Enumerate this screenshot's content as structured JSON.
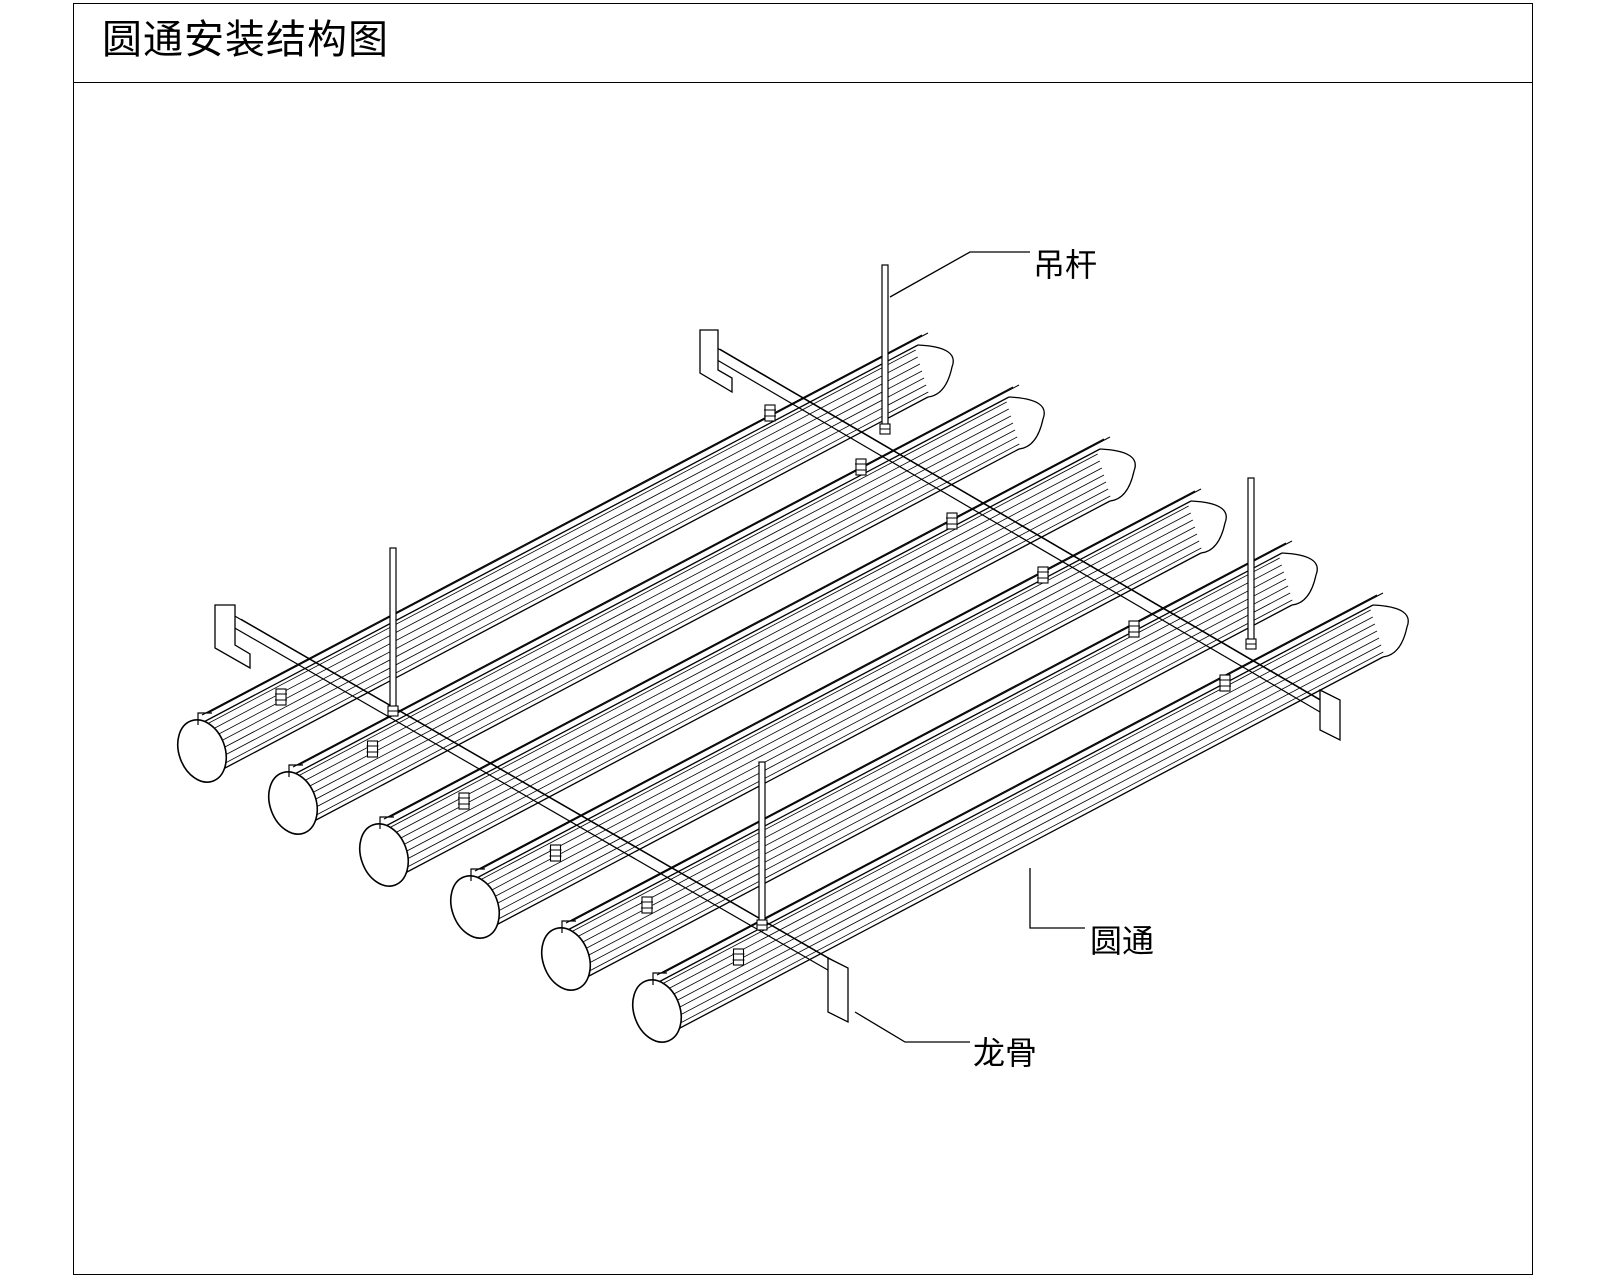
{
  "title": "圆通安装结构图",
  "labels": {
    "hanger_rod": "吊杆",
    "round_tube": "圆通",
    "keel": "龙骨"
  },
  "colors": {
    "line": "#000000",
    "background": "#ffffff"
  }
}
